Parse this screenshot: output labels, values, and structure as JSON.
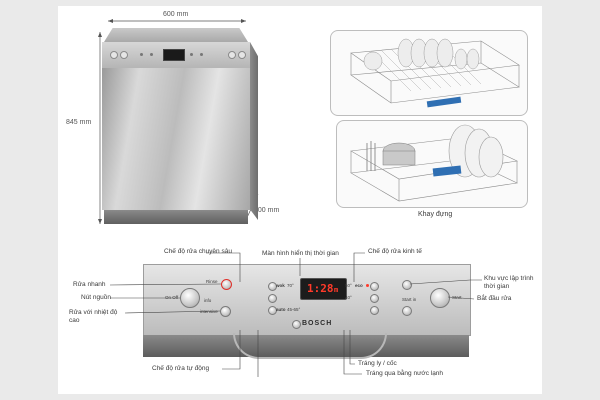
{
  "dimensions": {
    "width": "600 mm",
    "height": "845 mm",
    "depth": "600 mm"
  },
  "basket_caption": "Khay đựng",
  "display_time": "1:28",
  "display_time_suffix": "m",
  "brand": "BOSCH",
  "panel_labels": {
    "rinse_button": "Rinse",
    "info_led": "info",
    "onoff_button": "On Off",
    "intensive_button": "intensive",
    "hot_temp_button": "",
    "program_wok": "wok",
    "program_wok_temp": "70°",
    "program_eco": "eco",
    "program_eco_temp": "50°",
    "program_auto": "auto",
    "program_auto_temp": "45-65°",
    "program_glass": "40°",
    "start_label": "Start",
    "start_timer_label": "Start in"
  },
  "callouts": {
    "che_do_rua_chuyen_sau": "Chế độ rửa chuyên sâu",
    "man_hinh_hien_thi_thoi_gian": "Màn hình hiển thị thời gian",
    "che_do_rua_kinh_te": "Chế độ rửa kinh tế",
    "rua_nhanh": "Rửa nhanh",
    "nut_nguon": "Nút nguồn",
    "rua_voi_nhiet_do_cao_1": "Rửa với nhiệt độ",
    "rua_voi_nhiet_do_cao_2": "cao",
    "khu_vuc_lap_trinh_1": "Khu vực lập trình",
    "khu_vuc_lap_trinh_2": "thời gian",
    "bat_dau_rua": "Bắt đầu rửa",
    "che_do_rua_tu_dong": "Chế độ rửa tự động",
    "trang_ly_coc": "Tráng ly / cốc",
    "trang_qua_bang_nuoc_lanh": "Tráng qua bằng nước lạnh"
  },
  "colors": {
    "display_digits": "#ff3a2a",
    "highlight_ring": "#e0302a",
    "callout_line": "#444444"
  }
}
